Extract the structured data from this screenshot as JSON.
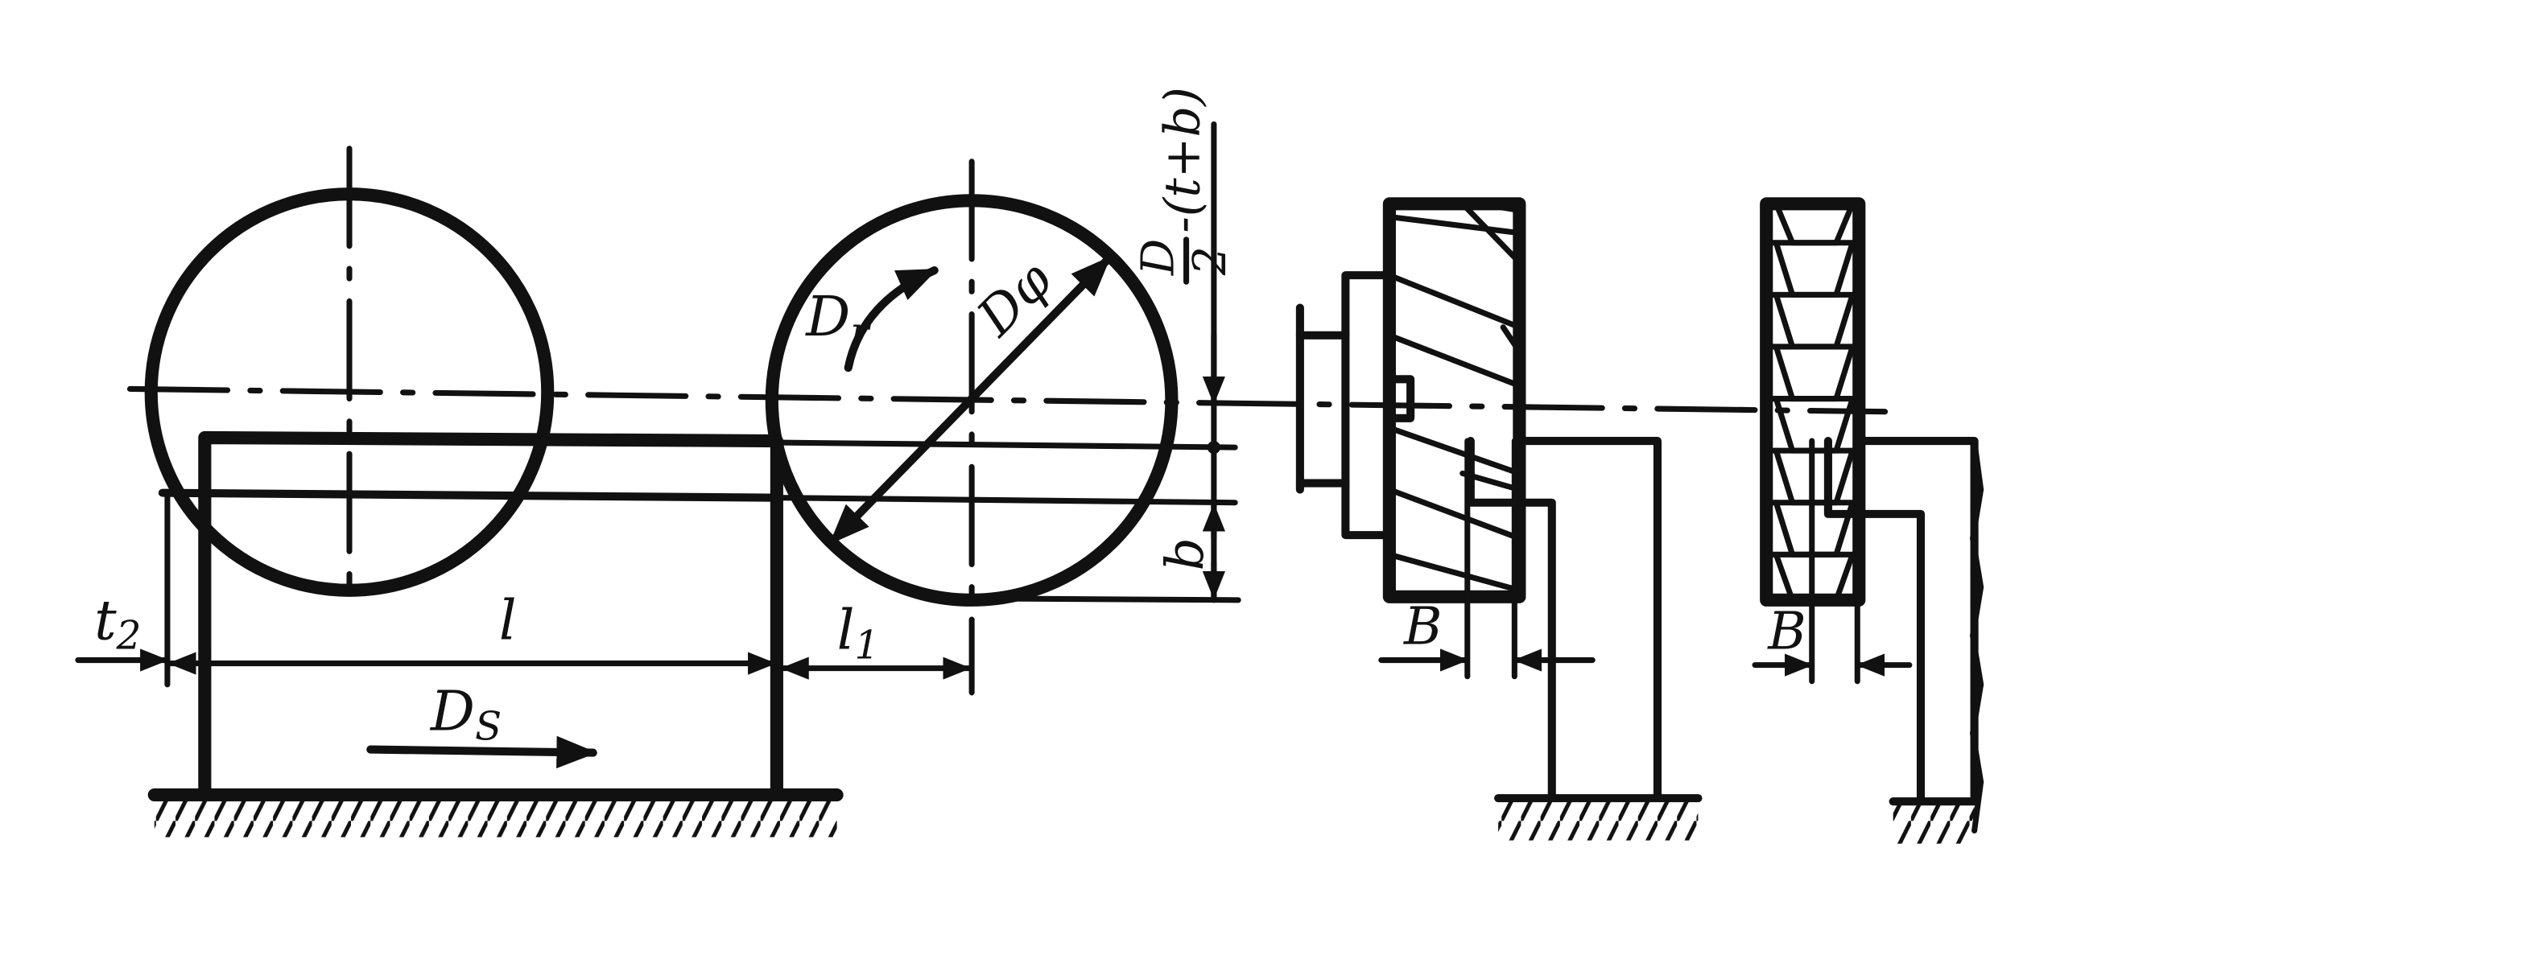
{
  "labels": {
    "t2": "t",
    "t2_sub": "2",
    "l": "l",
    "l1": "l",
    "l1_sub": "1",
    "ds": "D",
    "ds_sub": "S",
    "dr": "D",
    "dr_sub": "r",
    "dphi": "Dφ",
    "b": "b",
    "formula_d": "D",
    "formula_2": "2",
    "formula_rest": "-(t+b)",
    "b_side1": "B",
    "b_side2": "B"
  }
}
